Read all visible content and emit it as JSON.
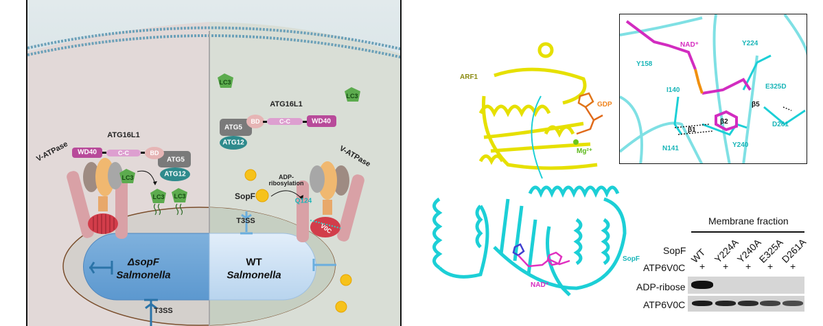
{
  "left_panel": {
    "left_side": {
      "complex_label": "ATG16L1",
      "domains": {
        "wd40": "WD40",
        "cc": "C-C",
        "bd": "BD",
        "atg5": "ATG5",
        "atg12": "ATG12"
      },
      "lc3": [
        "LC3",
        "LC3",
        "LC3"
      ],
      "vatpase_label": "V-ATPase",
      "bacterium_line1": "ΔsopF",
      "bacterium_line2": "Salmonella",
      "t3ss_label": "T3SS"
    },
    "right_side": {
      "complex_label": "ATG16L1",
      "domains": {
        "atg5": "ATG5",
        "bd": "BD",
        "cc": "C-C",
        "wd40": "WD40",
        "atg12": "ATG12"
      },
      "lc3": [
        "LC3",
        "LC3"
      ],
      "vatpase_label": "V-ATPase",
      "sopf_label": "SopF",
      "reaction_label_1": "ADP-",
      "reaction_label_2": "ribosylation",
      "site_label": "Q124",
      "v0c_label": "V0C",
      "bacterium_line1": "WT",
      "bacterium_line2": "Salmonella",
      "t3ss_label": "T3SS"
    }
  },
  "structure": {
    "arf1_label": "ARF1",
    "gdp_label": "GDP",
    "mg_label": "Mg²⁺",
    "nad_label": "NAD⁺",
    "sopf_label": "SopF",
    "colors": {
      "arf1": "#e6e000",
      "sopf": "#1ccfd6",
      "nad": "#e030c0",
      "gdp": "#e06a1a"
    }
  },
  "inset": {
    "labels": {
      "nad": "NAD⁺",
      "y224": "Y224",
      "y158": "Y158",
      "i140": "I140",
      "e325d": "E325D",
      "b5": "β5",
      "b2": "β2",
      "b1": "β1",
      "d261": "D261",
      "n141": "N141",
      "y240": "Y240"
    }
  },
  "blot": {
    "title": "Membrane fraction",
    "sopf_row_label": "SopF",
    "lanes": [
      "WT",
      "Y224A",
      "Y240A",
      "E325A",
      "D261A"
    ],
    "atp_row_label": "ATP6V0C",
    "atp_row_values": [
      "+",
      "+",
      "+",
      "+",
      "+"
    ],
    "bands": [
      {
        "label": "ADP-ribose",
        "intensity": [
          1.0,
          0,
          0,
          0,
          0
        ]
      },
      {
        "label": "ATP6V0C",
        "intensity": [
          0.95,
          0.9,
          0.85,
          0.75,
          0.7
        ]
      }
    ]
  }
}
